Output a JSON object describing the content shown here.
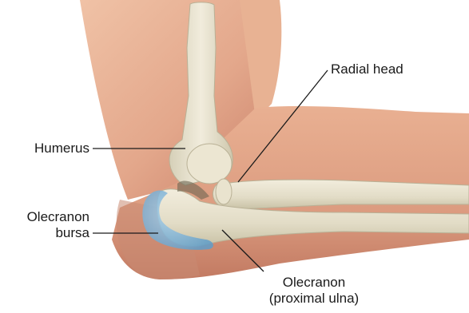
{
  "labels": {
    "humerus": "Humerus",
    "radial_head": "Radial head",
    "olecranon_bursa_line1": "Olecranon",
    "olecranon_bursa_line2": "bursa",
    "olecranon_line1": "Olecranon",
    "olecranon_line2": "(proximal ulna)"
  },
  "colors": {
    "skin_light": "#ecb89c",
    "skin_dark": "#c9826a",
    "bone": "#ebe6d4",
    "bone_shadow": "#c9c2a6",
    "bursa": "#7fb3d8",
    "leader_line": "#1a1a1a"
  }
}
